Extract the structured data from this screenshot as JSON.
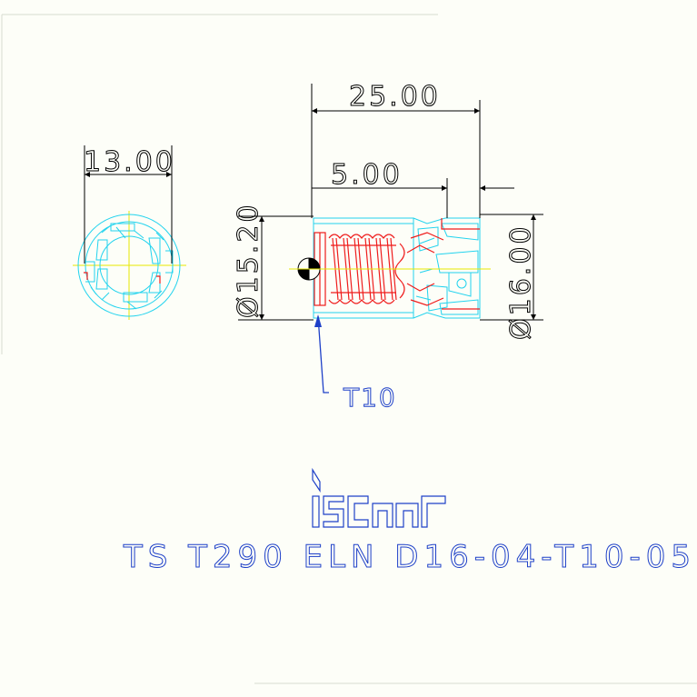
{
  "dimensions": {
    "side_width": "13.00",
    "overall_length": "25.00",
    "head_length": "5.00",
    "shank_diameter": "Ø15.20",
    "cutting_diameter": "Ø16.00"
  },
  "callout": {
    "thread_label": "T10"
  },
  "logo": {
    "brand": "iscar"
  },
  "product": {
    "designation": "TS T290 ELN D16-04-T10-05"
  },
  "colors": {
    "background": "#fdfef8",
    "dimension": "#000000",
    "outline": "#22d3ee",
    "thread": "#ef1b1b",
    "centerline": "#e8e800",
    "annotation": "#1e40c8"
  }
}
